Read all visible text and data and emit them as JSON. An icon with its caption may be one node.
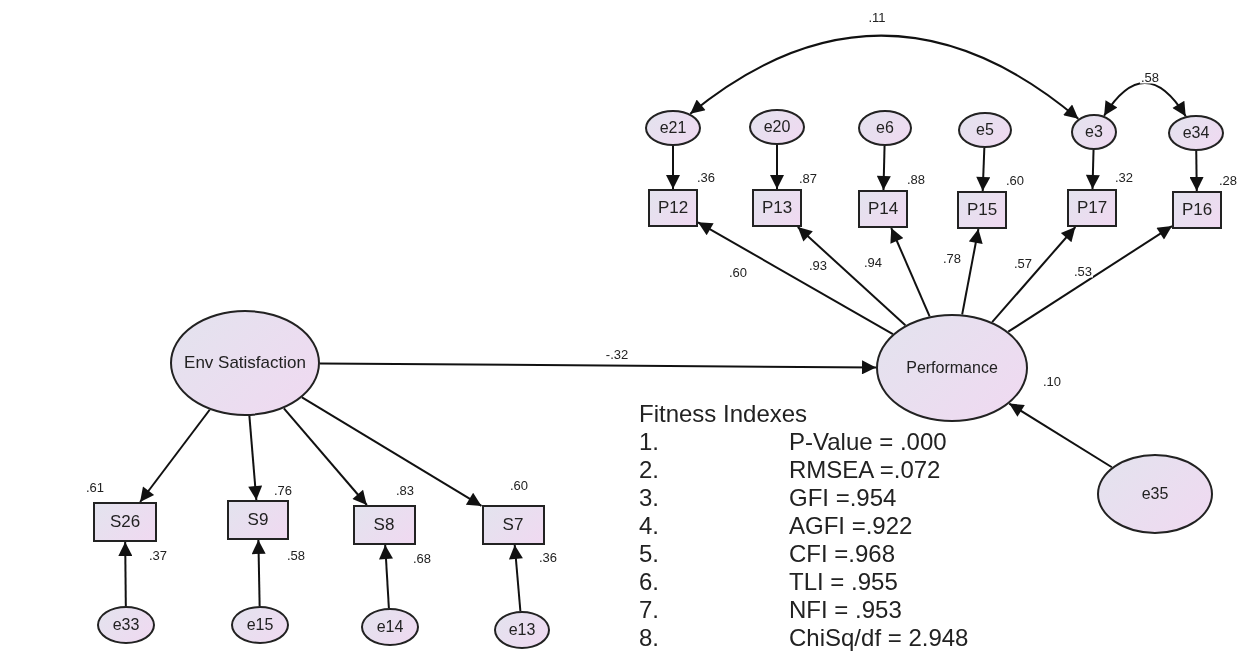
{
  "diagram": {
    "nodes": [
      {
        "text": [
          "e21"
        ]
      },
      {
        "text": [
          "e20"
        ]
      },
      {
        "text": [
          "e6"
        ]
      },
      {
        "text": [
          "e5"
        ]
      },
      {
        "text": [
          "e3"
        ]
      },
      {
        "text": [
          "e34"
        ]
      },
      {
        "text": [
          "P12"
        ],
        "beside": [
          ".36"
        ]
      },
      {
        "text": [
          "P13"
        ],
        "beside": [
          ".87"
        ]
      },
      {
        "text": [
          "P14"
        ],
        "beside": [
          ".88"
        ]
      },
      {
        "text": [
          "P15"
        ],
        "beside": [
          ".60"
        ]
      },
      {
        "text": [
          "P17"
        ],
        "beside": [
          ".32"
        ]
      },
      {
        "text": [
          "P16"
        ],
        "beside": [
          ".28"
        ]
      },
      {
        "text": [
          "Env Satisfaction"
        ]
      },
      {
        "text": [
          "Performance"
        ],
        "beside": [
          ".10"
        ]
      },
      {
        "text": [
          "e35"
        ]
      },
      {
        "text": [
          "S26"
        ],
        "beside": [
          ".37"
        ]
      },
      {
        "text": [
          "S9"
        ],
        "beside": [
          ".58"
        ]
      },
      {
        "text": [
          "S8"
        ],
        "beside": [
          ".68"
        ]
      },
      {
        "text": [
          "S7"
        ],
        "beside": [
          ".36"
        ]
      },
      {
        "text": [
          "e33"
        ]
      },
      {
        "text": [
          "e15"
        ]
      },
      {
        "text": [
          "e14"
        ]
      },
      {
        "text": [
          "e13"
        ]
      }
    ],
    "edges": [
      {
        "from": 0,
        "to": 4,
        "arrow": "both",
        "label": ".11"
      },
      {
        "from": 4,
        "to": 5,
        "arrow": "both",
        "label": ".58"
      },
      {
        "from": 0,
        "to": 6,
        "arrow": "to"
      },
      {
        "from": 1,
        "to": 7,
        "arrow": "to"
      },
      {
        "from": 2,
        "to": 8,
        "arrow": "to"
      },
      {
        "from": 3,
        "to": 9,
        "arrow": "to"
      },
      {
        "from": 4,
        "to": 10,
        "arrow": "to"
      },
      {
        "from": 5,
        "to": 11,
        "arrow": "to"
      },
      {
        "from": 13,
        "to": 6,
        "arrow": "to",
        "label": ".60"
      },
      {
        "from": 13,
        "to": 7,
        "arrow": "to",
        "label": ".93"
      },
      {
        "from": 13,
        "to": 8,
        "arrow": "to",
        "label": ".94"
      },
      {
        "from": 13,
        "to": 9,
        "arrow": "to",
        "label": ".78"
      },
      {
        "from": 13,
        "to": 10,
        "arrow": "to",
        "label": ".57"
      },
      {
        "from": 13,
        "to": 11,
        "arrow": "to",
        "label": ".53"
      },
      {
        "from": 12,
        "to": 13,
        "arrow": "to",
        "label": "-.32"
      },
      {
        "from": 14,
        "to": 13,
        "arrow": "to"
      },
      {
        "from": 12,
        "to": 15,
        "arrow": "to",
        "label": ".61"
      },
      {
        "from": 12,
        "to": 16,
        "arrow": "to",
        "label": ".76"
      },
      {
        "from": 12,
        "to": 17,
        "arrow": "to",
        "label": ".83"
      },
      {
        "from": 12,
        "to": 18,
        "arrow": "to",
        "label": ".60"
      },
      {
        "from": 19,
        "to": 15,
        "arrow": "to"
      },
      {
        "from": 20,
        "to": 16,
        "arrow": "to"
      },
      {
        "from": 21,
        "to": 17,
        "arrow": "to"
      },
      {
        "from": 22,
        "to": 18,
        "arrow": "to"
      }
    ],
    "labels": [
      "Fitness Indexes",
      "1.",
      "P-Value = .000",
      "2.",
      "RMSEA =.072",
      "3.",
      "GFI =.954",
      "4.",
      "AGFI =.922",
      "5.",
      "CFI =.968",
      "6.",
      "TLI = .955",
      "7.",
      "NFI = .953",
      "8.",
      "ChiSq/df = 2.948"
    ]
  }
}
